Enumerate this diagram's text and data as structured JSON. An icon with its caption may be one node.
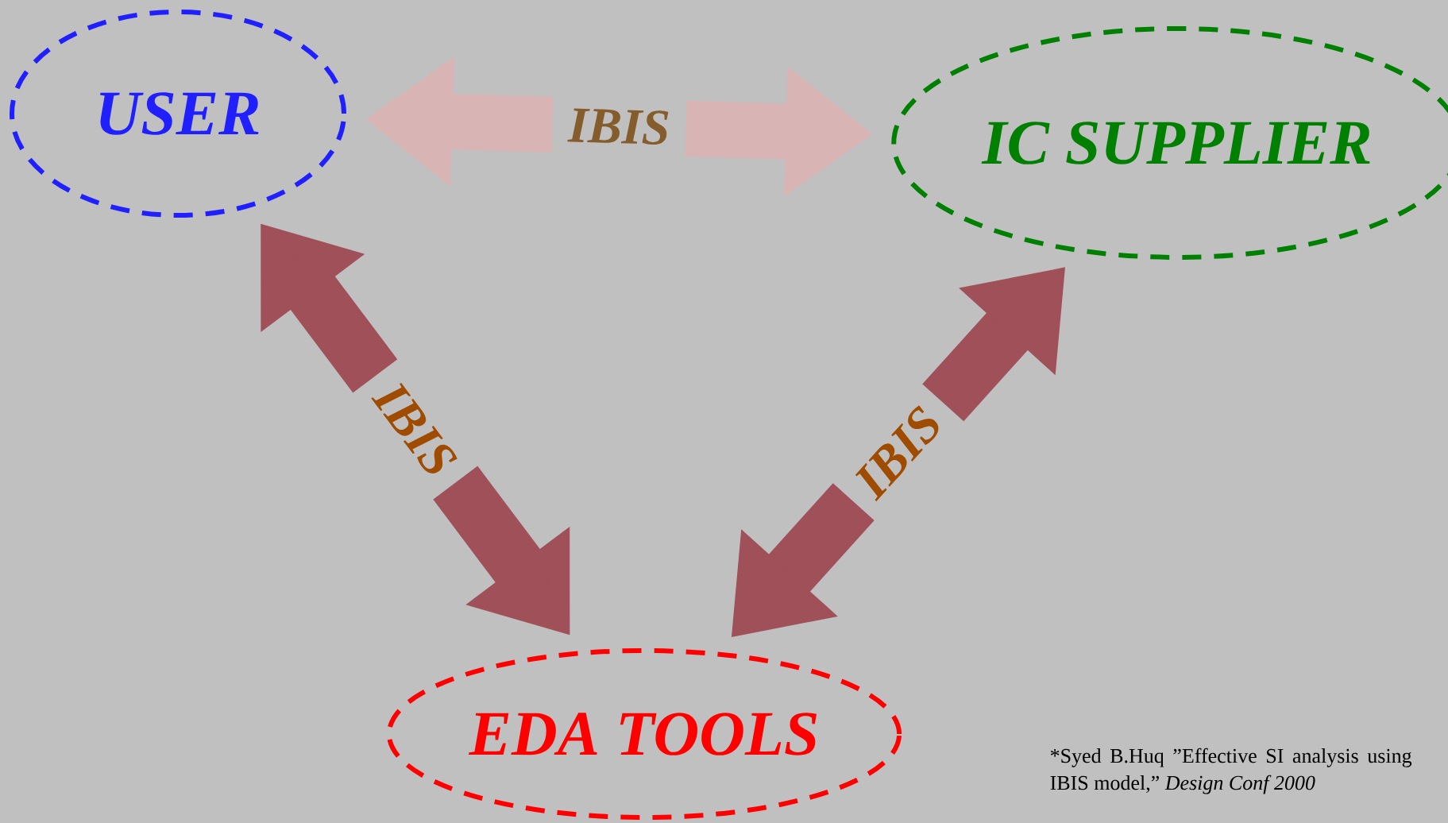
{
  "diagram": {
    "nodes": [
      {
        "text": [
          "USER"
        ]
      },
      {
        "text": [
          "IC SUPPLIER"
        ]
      },
      {
        "text": [
          "EDA TOOLS"
        ]
      }
    ],
    "edges": [
      {
        "from": 0,
        "to": 1,
        "arrow": "both",
        "label": "IBIS",
        "color": "#d8b4b4"
      },
      {
        "from": 0,
        "to": 2,
        "arrow": "both",
        "label": "IBIS"
      },
      {
        "from": 1,
        "to": 2,
        "arrow": "both",
        "label": "IBIS"
      }
    ],
    "labels": [
      "*Syed B.Huq ”Effective SI analysis using IBIS model,” *Design Conf 2000*"
    ]
  }
}
